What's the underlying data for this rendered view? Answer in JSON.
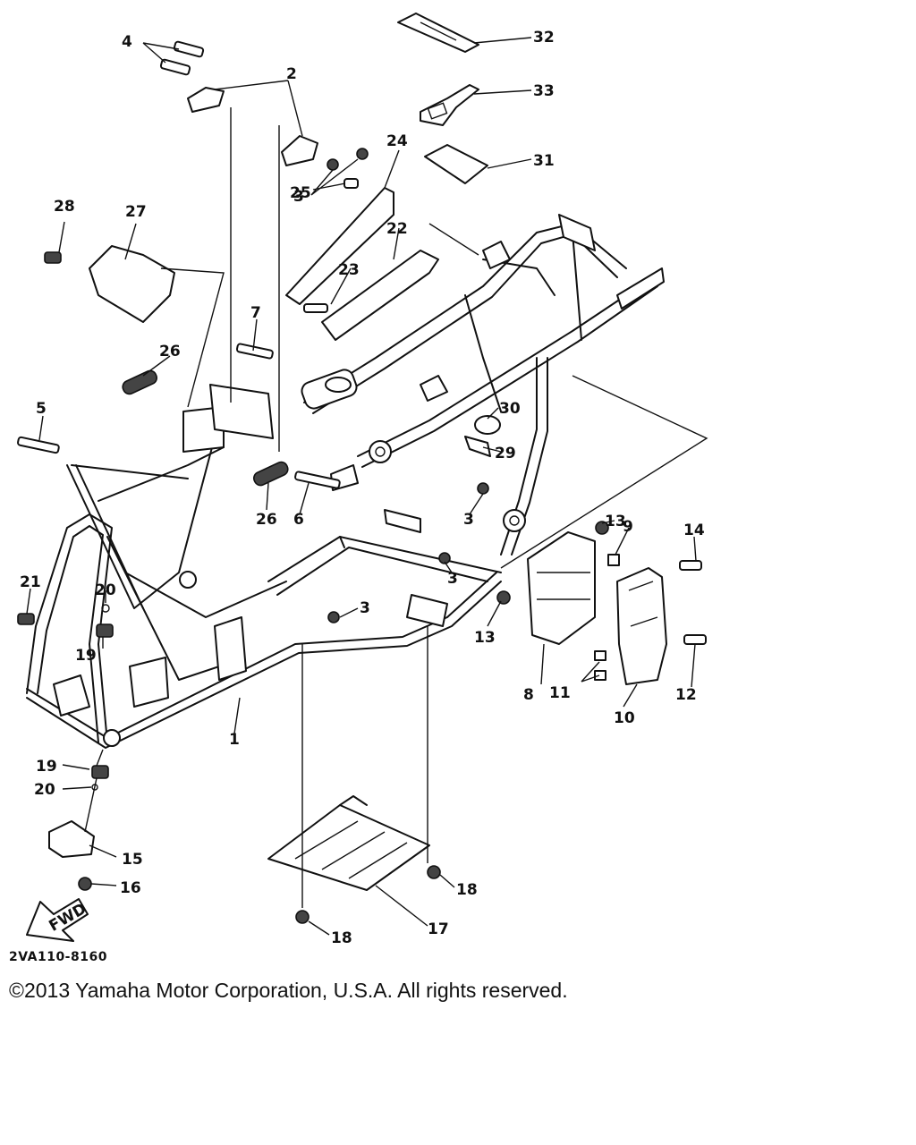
{
  "diagram": {
    "callouts": [
      {
        "id": "c4",
        "text": "4"
      },
      {
        "id": "c2",
        "text": "2"
      },
      {
        "id": "c3a",
        "text": "3"
      },
      {
        "id": "c32",
        "text": "32"
      },
      {
        "id": "c33",
        "text": "33"
      },
      {
        "id": "c31",
        "text": "31"
      },
      {
        "id": "c24",
        "text": "24"
      },
      {
        "id": "c25",
        "text": "25"
      },
      {
        "id": "c22",
        "text": "22"
      },
      {
        "id": "c23",
        "text": "23"
      },
      {
        "id": "c28",
        "text": "28"
      },
      {
        "id": "c27",
        "text": "27"
      },
      {
        "id": "c7",
        "text": "7"
      },
      {
        "id": "c26a",
        "text": "26"
      },
      {
        "id": "c5",
        "text": "5"
      },
      {
        "id": "c30",
        "text": "30"
      },
      {
        "id": "c29",
        "text": "29"
      },
      {
        "id": "c26b",
        "text": "26"
      },
      {
        "id": "c6",
        "text": "6"
      },
      {
        "id": "c3b",
        "text": "3"
      },
      {
        "id": "c13a",
        "text": "13"
      },
      {
        "id": "c9",
        "text": "9"
      },
      {
        "id": "c14",
        "text": "14"
      },
      {
        "id": "c21",
        "text": "21"
      },
      {
        "id": "c20a",
        "text": "20"
      },
      {
        "id": "c3c",
        "text": "3"
      },
      {
        "id": "c3d",
        "text": "3"
      },
      {
        "id": "c13b",
        "text": "13"
      },
      {
        "id": "c19a",
        "text": "19"
      },
      {
        "id": "c8",
        "text": "8"
      },
      {
        "id": "c11",
        "text": "11"
      },
      {
        "id": "c12",
        "text": "12"
      },
      {
        "id": "c10",
        "text": "10"
      },
      {
        "id": "c1",
        "text": "1"
      },
      {
        "id": "c19b",
        "text": "19"
      },
      {
        "id": "c20b",
        "text": "20"
      },
      {
        "id": "c15",
        "text": "15"
      },
      {
        "id": "c16",
        "text": "16"
      },
      {
        "id": "c18a",
        "text": "18"
      },
      {
        "id": "c17",
        "text": "17"
      },
      {
        "id": "c18b",
        "text": "18"
      }
    ],
    "fwd_label": "FWD",
    "drawing_code": "2VA110-8160"
  },
  "footer": {
    "copyright": "©2013 Yamaha Motor Corporation, U.S.A. All rights reserved."
  }
}
